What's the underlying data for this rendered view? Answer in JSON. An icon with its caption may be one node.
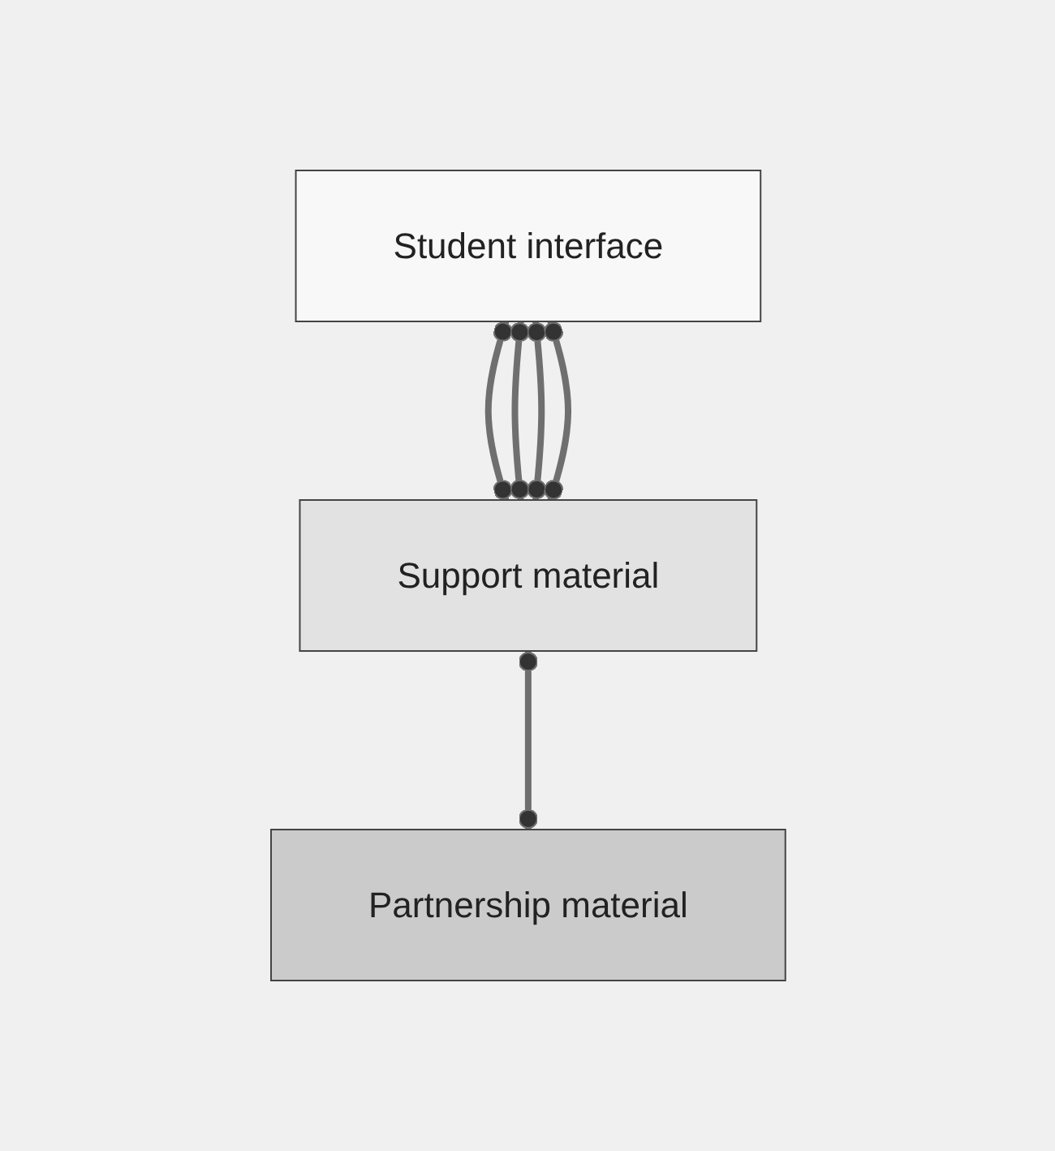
{
  "diagram": {
    "nodes": [
      {
        "text": [
          "Student interface"
        ]
      },
      {
        "text": [
          "Support material"
        ]
      },
      {
        "text": [
          "Partnership material"
        ]
      }
    ],
    "edges": [
      {
        "from": 0,
        "to": 1,
        "arrow": "other"
      },
      {
        "from": 0,
        "to": 1,
        "arrow": "other"
      },
      {
        "from": 0,
        "to": 1,
        "arrow": "other"
      },
      {
        "from": 0,
        "to": 1,
        "arrow": "other"
      },
      {
        "from": 1,
        "to": 2,
        "arrow": "other"
      }
    ]
  }
}
